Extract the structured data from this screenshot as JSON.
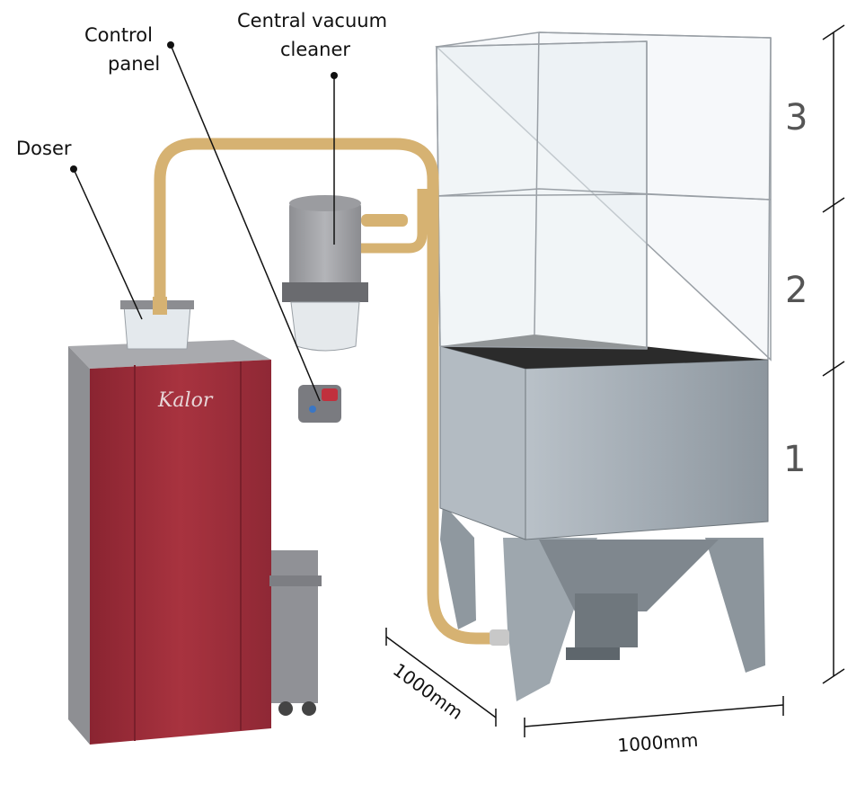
{
  "labels": {
    "doser": "Doser",
    "control_panel_line1": "Control",
    "control_panel_line2": "panel",
    "vacuum_line1": "Central vacuum",
    "vacuum_line2": "cleaner"
  },
  "boiler_brand": "Kalor",
  "dimensions": {
    "depth": "1000mm",
    "width": "1000mm"
  },
  "sections": [
    "1",
    "2",
    "3"
  ],
  "colors": {
    "boiler_red": "#9b2c3a",
    "boiler_grey": "#8e8f93",
    "silo_steel": "#9aa3ab",
    "hose_tan": "#d6b272",
    "glass": "#e8eef2"
  }
}
